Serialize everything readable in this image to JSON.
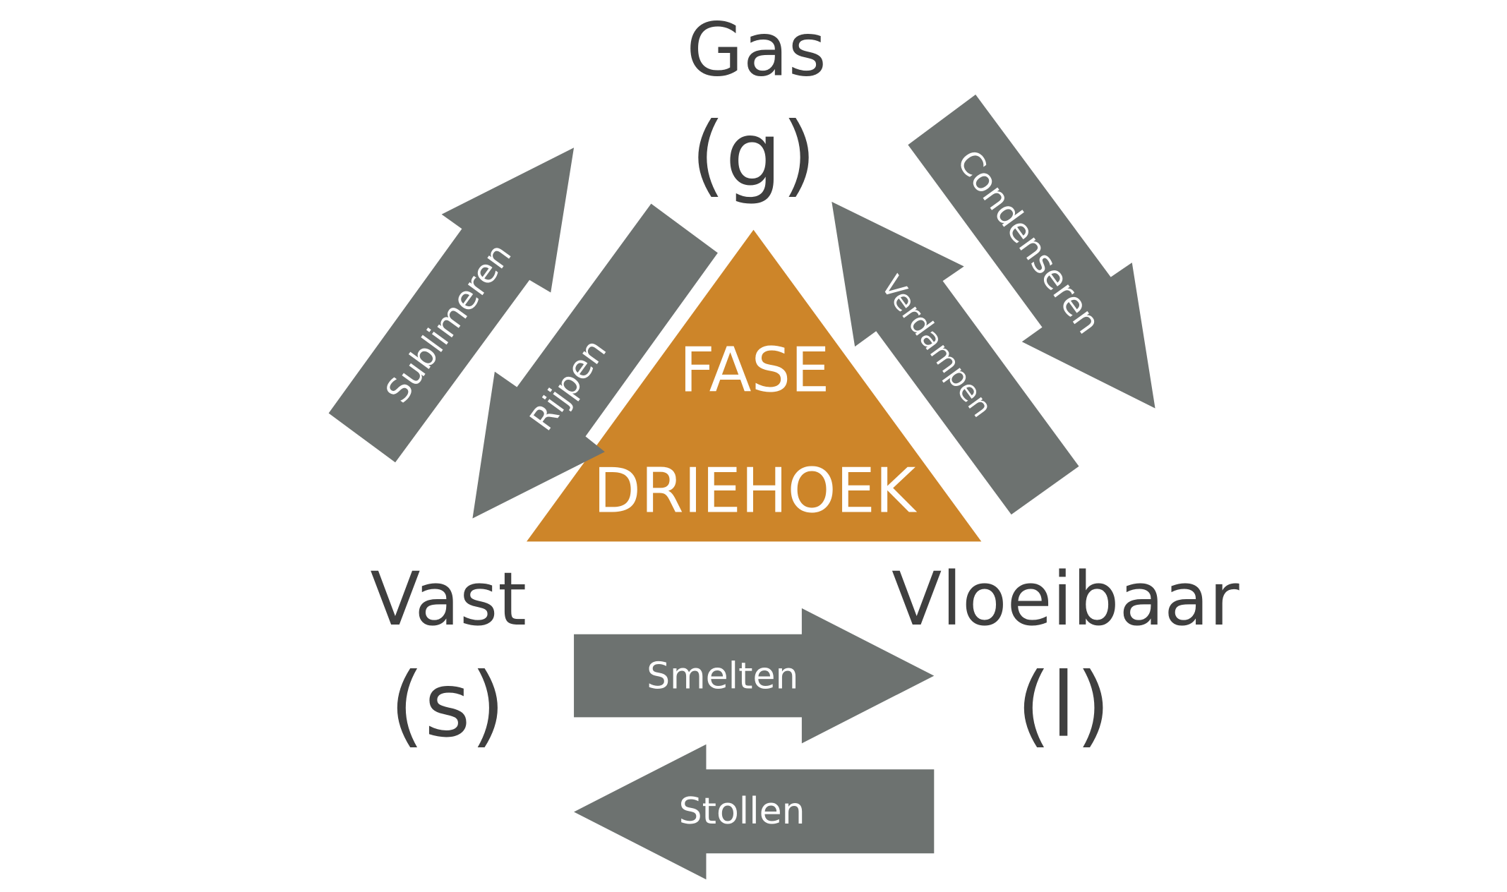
{
  "title": {
    "line1": "FASE",
    "line2": "DRIEHOEK"
  },
  "phases": {
    "gas": {
      "name": "Gas",
      "symbol": "(g)"
    },
    "solid": {
      "name": "Vast",
      "symbol": "(s)"
    },
    "liquid": {
      "name": "Vloeibaar",
      "symbol": "(l)"
    }
  },
  "transitions": {
    "sublimeren": "Sublimeren",
    "rijpen": "Rijpen",
    "verdampen": "Verdampen",
    "condenseren": "Condenseren",
    "smelten": "Smelten",
    "stollen": "Stollen"
  },
  "colors": {
    "triangle": "#CD8529",
    "arrow": "#6D7270",
    "text": "#3F3F3F"
  }
}
